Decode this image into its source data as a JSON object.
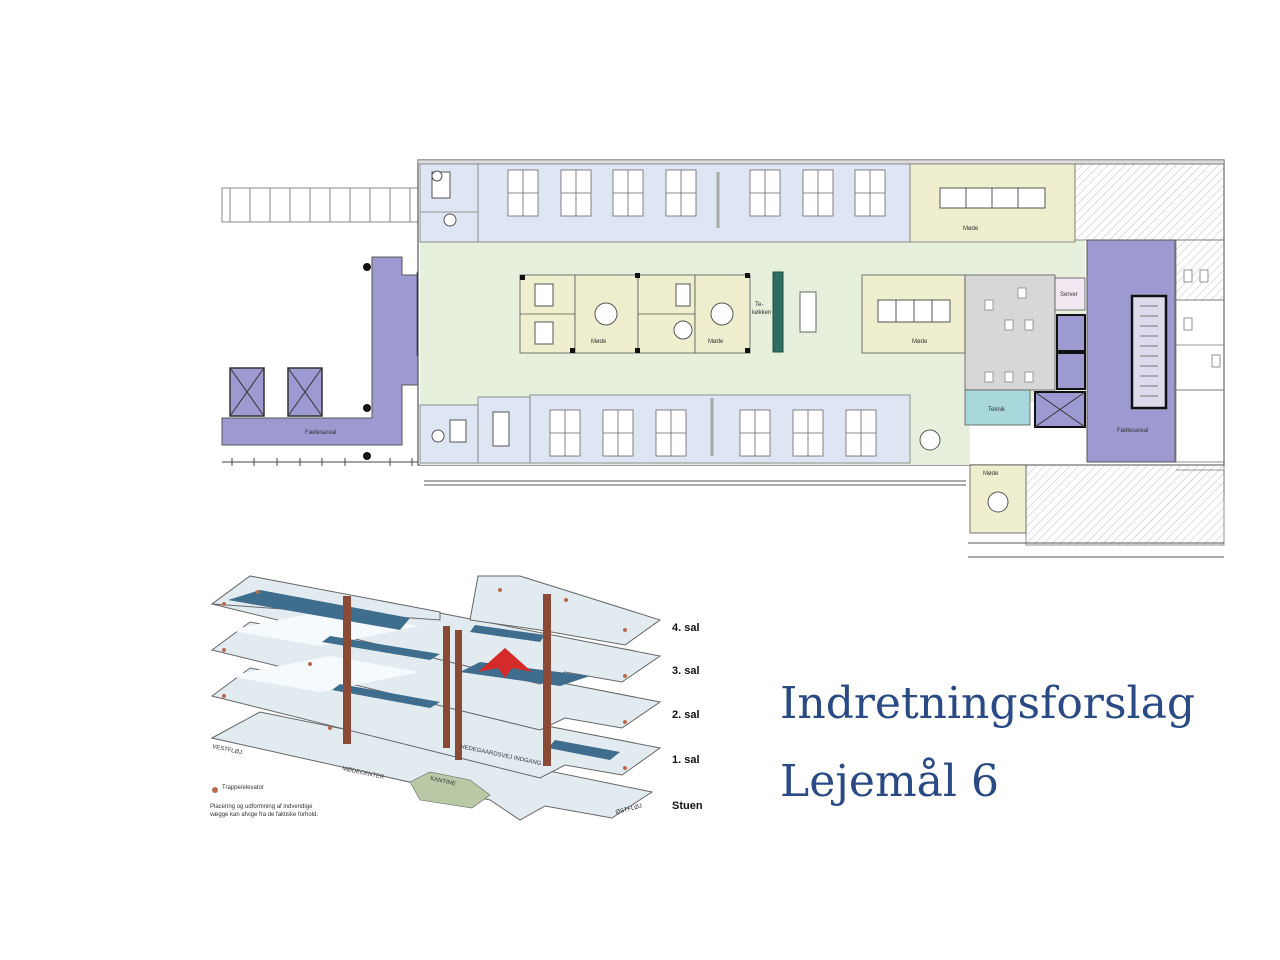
{
  "title": {
    "line1": "Indretningsforslag",
    "line2": "Lejemål 6"
  },
  "plan": {
    "labels": {
      "faellesareal_left": "Fællesareal",
      "faellesareal_right": "Fællesareal",
      "mode_top": "Møde",
      "mode_1": "Møde",
      "mode_2": "Møde",
      "mode_3": "Møde",
      "mode_bottom": "Møde",
      "tekokken_1": "Te-",
      "tekokken_2": "køkken",
      "server": "Server",
      "teknik": "Teknik"
    }
  },
  "iso": {
    "floors": [
      "4. sal",
      "3. sal",
      "2. sal",
      "1. sal",
      "Stuen"
    ],
    "labels": {
      "vestfloj": "VESTFLØJ",
      "modecenter": "MØDECENTER",
      "kantine": "KANTINE",
      "hedegaard": "HEDEGAARDSVEJ INDGANG",
      "ostfloj": "ØSTFLØJ"
    },
    "legend": {
      "trappe": "Trappe/elevator",
      "note1": "Placering og udformning af indvendige",
      "note2": "vægge kan afvige fra de faktiske forhold."
    }
  },
  "colors": {
    "title": "#2a4a85",
    "faelles": "#9c9ad0",
    "open_office": "#dfe6f3",
    "corridor": "#e7f0dc",
    "meeting": "#efefcf",
    "wc": "#d7d7d7",
    "teknik": "#a8d8dc",
    "accent_red": "#d42a2a"
  }
}
